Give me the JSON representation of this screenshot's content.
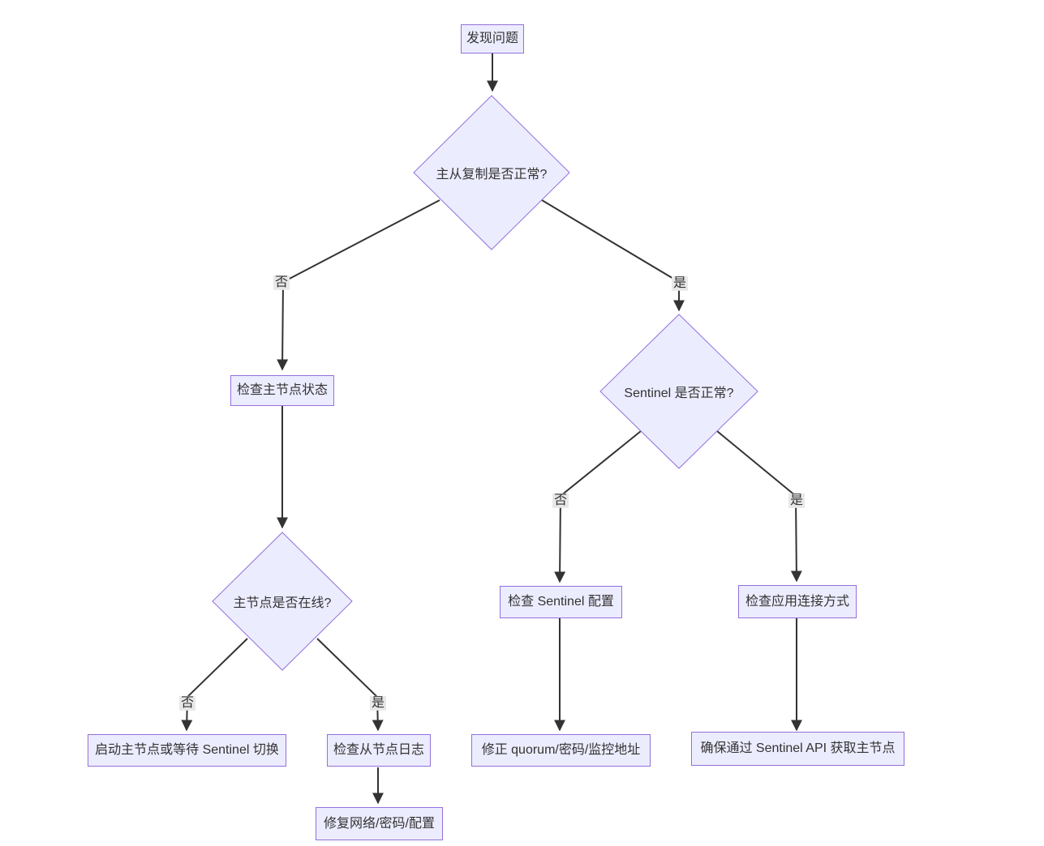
{
  "diagram": {
    "type": "flowchart",
    "direction": "top-down",
    "colors": {
      "node_fill": "#ECECFF",
      "node_border": "#9370DB",
      "edge_line": "#333333",
      "edge_label_bg": "#e8e8e8",
      "text": "#333333",
      "background": "#ffffff"
    },
    "nodes": {
      "A": {
        "label": "发现问题",
        "shape": "rect"
      },
      "B": {
        "label": "主从复制是否正常?",
        "shape": "diamond"
      },
      "C": {
        "label": "检查主节点状态",
        "shape": "rect"
      },
      "D": {
        "label": "主节点是否在线?",
        "shape": "diamond"
      },
      "E": {
        "label": "启动主节点或等待 Sentinel 切换",
        "shape": "rect"
      },
      "F": {
        "label": "检查从节点日志",
        "shape": "rect"
      },
      "G": {
        "label": "修复网络/密码/配置",
        "shape": "rect"
      },
      "H": {
        "label": "Sentinel 是否正常?",
        "shape": "diamond"
      },
      "I": {
        "label": "检查 Sentinel 配置",
        "shape": "rect"
      },
      "J": {
        "label": "修正 quorum/密码/监控地址",
        "shape": "rect"
      },
      "K": {
        "label": "检查应用连接方式",
        "shape": "rect"
      },
      "L": {
        "label": "确保通过 Sentinel API 获取主节点",
        "shape": "rect"
      }
    },
    "edges": [
      {
        "from": "A",
        "to": "B",
        "label": ""
      },
      {
        "from": "B",
        "to": "C",
        "label": "否"
      },
      {
        "from": "B",
        "to": "H",
        "label": "是"
      },
      {
        "from": "C",
        "to": "D",
        "label": ""
      },
      {
        "from": "D",
        "to": "E",
        "label": "否"
      },
      {
        "from": "D",
        "to": "F",
        "label": "是"
      },
      {
        "from": "F",
        "to": "G",
        "label": ""
      },
      {
        "from": "H",
        "to": "I",
        "label": "否"
      },
      {
        "from": "H",
        "to": "K",
        "label": "是"
      },
      {
        "from": "I",
        "to": "J",
        "label": ""
      },
      {
        "from": "K",
        "to": "L",
        "label": ""
      }
    ]
  }
}
